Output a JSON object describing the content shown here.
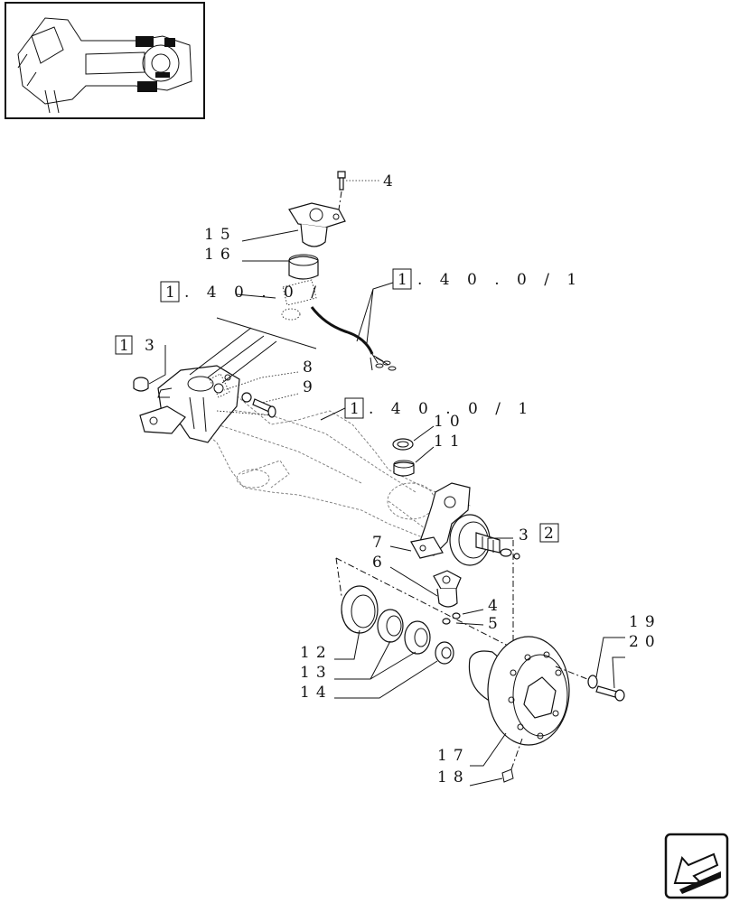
{
  "callouts": {
    "c4_top": "4",
    "c15": "15",
    "c16": "16",
    "c1_3_a": "1",
    "c1_3_b": "3",
    "c8": "8",
    "c9": "9",
    "c10": "10",
    "c11": "11",
    "c7": "7",
    "c6": "6",
    "c3_2_a": "3",
    "c3_2_b": "2",
    "c4_low": "4",
    "c5": "5",
    "c12": "12",
    "c13": "13",
    "c14": "14",
    "c17": "17",
    "c18": "18",
    "c19": "19",
    "c20": "20"
  },
  "refs": {
    "ref_a_box": "1",
    "ref_a_rest": ". 4 0 . 0 /",
    "ref_b_box": "1",
    "ref_b_rest": ". 4 0 . 0 / 1",
    "ref_c_box": "1",
    "ref_c_rest": ". 4 0 . 0 / 1"
  },
  "icons": {
    "thumbnail": "axle-assembly-thumbnail",
    "nav": "previous-page-arrow-icon"
  }
}
